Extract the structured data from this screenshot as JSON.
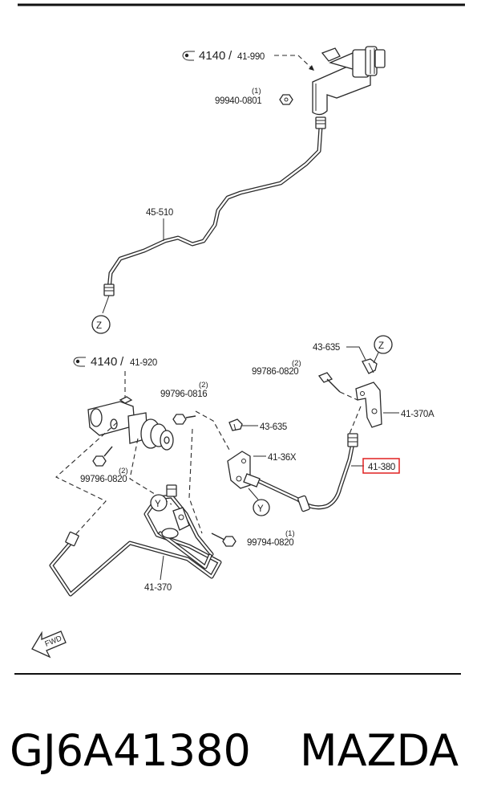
{
  "labels": {
    "top_ref_main": "4140",
    "top_ref_sub": "41-990",
    "bolt_top_qty": "(1)",
    "bolt_top_part": "99940-0801",
    "pipe_upper": "45-510",
    "z_marker_a": "Z",
    "mid_ref_main": "4140",
    "mid_ref_sub": "41-920",
    "clip_top": "43-635",
    "bolt_99786_qty": "(2)",
    "bolt_99786": "99786-0820",
    "z_marker_b": "Z",
    "bracket_a": "41-370A",
    "bolt_99796_upper_qty": "(2)",
    "bolt_99796_upper": "99796-0816",
    "clip_mid": "43-635",
    "bracket_x": "41-36X",
    "hose": "41-380",
    "bolt_99796_lower_qty": "(2)",
    "bolt_99796_lower": "99796-0820",
    "y_marker_a": "Y",
    "y_marker_b": "Y",
    "bolt_99794_qty": "(1)",
    "bolt_99794": "99794-0820",
    "pipe_lower": "41-370",
    "fwd": "FWD"
  },
  "caption": {
    "part_number": "GJ6A41380",
    "brand": "MAZDA"
  },
  "colors": {
    "highlight": "#e02020"
  }
}
